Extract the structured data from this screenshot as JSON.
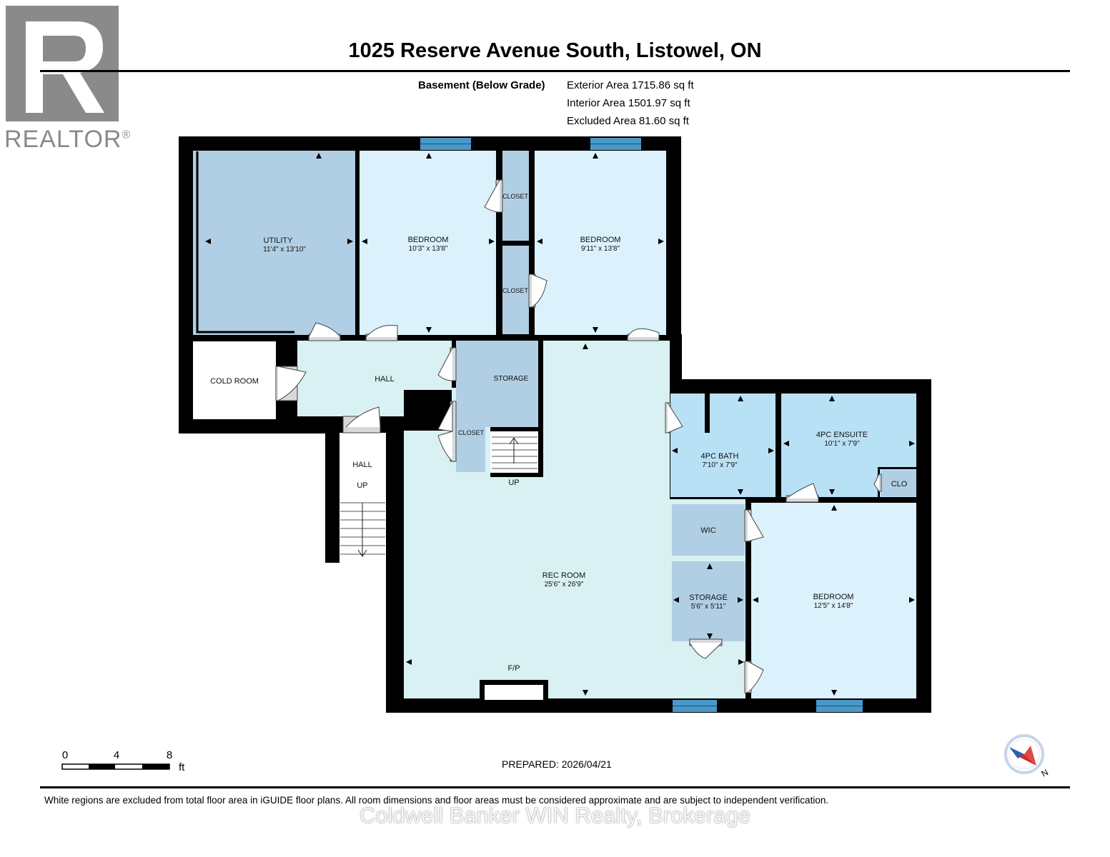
{
  "logo": {
    "text": "REALTOR",
    "reg": "®"
  },
  "title": "1025 Reserve Avenue South, Listowel, ON",
  "areas": {
    "floor_label": "Basement (Below Grade)",
    "exterior": "Exterior Area 1715.86 sq ft",
    "interior": "Interior Area 1501.97 sq ft",
    "excluded": "Excluded Area 81.60 sq ft"
  },
  "colors": {
    "wall": "#000000",
    "utility": "#b1cfe4",
    "bedroom": "#dbf1fb",
    "closet": "#b1cfe4",
    "hall": "#d9f1f2",
    "bath": "#b9e1f6",
    "window": "#4a98c9"
  },
  "rooms": {
    "utility": {
      "name": "UTILITY",
      "dims": "11'4\" x 13'10\""
    },
    "bedroom1": {
      "name": "BEDROOM",
      "dims": "10'3\" x 13'8\""
    },
    "closet1": {
      "name": "CLOSET"
    },
    "closet2": {
      "name": "CLOSET"
    },
    "bedroom2": {
      "name": "BEDROOM",
      "dims": "9'11\" x 13'8\""
    },
    "cold_room": {
      "name": "COLD ROOM"
    },
    "hall1": {
      "name": "HALL"
    },
    "storage1": {
      "name": "STORAGE"
    },
    "closet3": {
      "name": "CLOSET"
    },
    "stair_up": {
      "name": "UP"
    },
    "hall2": {
      "name": "HALL",
      "up": "UP"
    },
    "bath": {
      "name": "4PC BATH",
      "dims": "7'10\" x 7'9\""
    },
    "ensuite": {
      "name": "4PC ENSUITE",
      "dims": "10'1\" x 7'9\""
    },
    "clo": {
      "name": "CLO"
    },
    "wic": {
      "name": "WIC"
    },
    "storage2": {
      "name": "STORAGE",
      "dims": "5'6\" x 5'11\""
    },
    "rec_room": {
      "name": "REC ROOM",
      "dims": "25'6\" x 26'9\""
    },
    "fp": {
      "name": "F/P"
    },
    "bedroom3": {
      "name": "BEDROOM",
      "dims": "12'5\" x 14'8\""
    }
  },
  "scale": {
    "ticks": [
      "0",
      "4",
      "8"
    ],
    "unit": "ft"
  },
  "prepared": "PREPARED: 2026/04/21",
  "compass": {
    "label": "N"
  },
  "disclaimer": "White regions are excluded from total floor area in iGUIDE floor plans. All room dimensions and floor areas must be considered approximate and are subject to independent verification.",
  "watermark": "Coldwell Banker WIN Realty, Brokerage"
}
